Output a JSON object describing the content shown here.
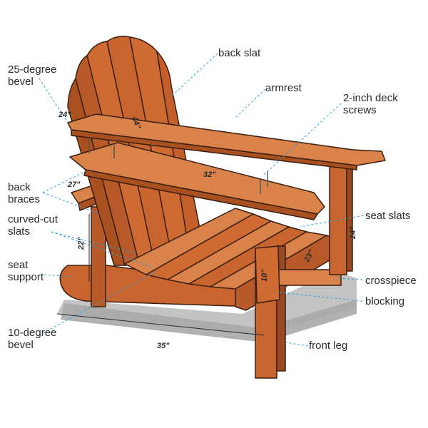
{
  "callouts": {
    "back_slat": "back slat",
    "armrest": "armrest",
    "deck_screws": [
      "2-inch deck",
      "screws"
    ],
    "bevel_25": [
      "25-degree",
      "bevel"
    ],
    "back_braces": [
      "back",
      "braces"
    ],
    "seat_slats": "seat slats",
    "curved_cut_slats": [
      "curved-cut",
      "slats"
    ],
    "seat_support": [
      "seat",
      "support"
    ],
    "crosspiece": "crosspiece",
    "blocking": "blocking",
    "bevel_10": [
      "10-degree",
      "bevel"
    ],
    "front_leg": "front leg"
  },
  "dimensions": {
    "back_height": "44\"",
    "armrest_length": "32\"",
    "bevel_width": "24\"",
    "brace_width": "27\"",
    "seat_height": "22\"",
    "chair_length": "35\"",
    "front_height": "24\"",
    "seat_depth": "23\"",
    "leg_height": "10\""
  },
  "colors": {
    "wood": "#c8642e",
    "wood_light": "#d9824a",
    "wood_dark": "#9a4a20",
    "outline": "#3a1e10",
    "leader": "#2aa3d8",
    "shadow": "#b3b3b3"
  }
}
